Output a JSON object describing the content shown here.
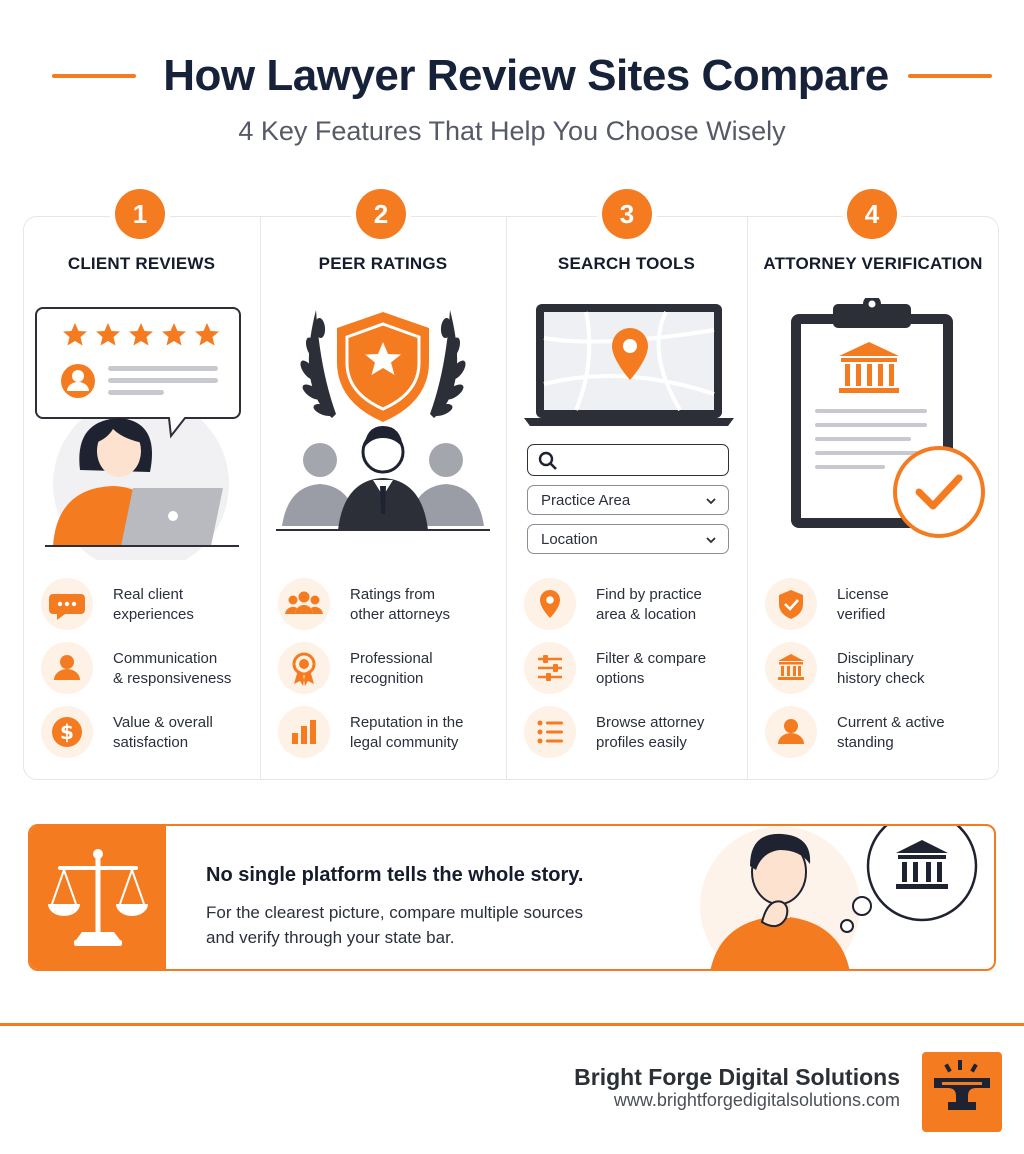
{
  "header": {
    "title": "How Lawyer Review Sites Compare",
    "subtitle": "4 Key Features That Help You Choose Wisely"
  },
  "accent_color": "#f47b20",
  "columns": [
    {
      "number": "1",
      "title": "CLIENT REVIEWS",
      "illustration": "person-with-laptop-and-five-star-review",
      "features": [
        {
          "icon": "chat-bubble-icon",
          "text_1": "Real client",
          "text_2": "experiences"
        },
        {
          "icon": "person-icon",
          "text_1": "Communication",
          "text_2": "& responsiveness"
        },
        {
          "icon": "dollar-icon",
          "text_1": "Value & overall",
          "text_2": "satisfaction"
        }
      ]
    },
    {
      "number": "2",
      "title": "PEER RATINGS",
      "illustration": "shield-with-laurels-and-attorneys",
      "features": [
        {
          "icon": "group-icon",
          "text_1": "Ratings from",
          "text_2": "other attorneys"
        },
        {
          "icon": "award-ribbon-icon",
          "text_1": "Professional",
          "text_2": "recognition"
        },
        {
          "icon": "bar-chart-icon",
          "text_1": "Reputation in the",
          "text_2": "legal community"
        }
      ]
    },
    {
      "number": "3",
      "title": "SEARCH TOOLS",
      "illustration": "laptop-map-and-search-form",
      "search": {
        "placeholder": "",
        "practice_area": "Practice Area",
        "location": "Location"
      },
      "features": [
        {
          "icon": "map-pin-icon",
          "text_1": "Find by practice",
          "text_2": "area & location"
        },
        {
          "icon": "sliders-icon",
          "text_1": "Filter & compare",
          "text_2": "options"
        },
        {
          "icon": "list-icon",
          "text_1": "Browse attorney",
          "text_2": "profiles easily"
        }
      ]
    },
    {
      "number": "4",
      "title": "ATTORNEY VERIFICATION",
      "illustration": "clipboard-with-courthouse-and-checkmark",
      "features": [
        {
          "icon": "shield-check-icon",
          "text_1": "License",
          "text_2": "verified"
        },
        {
          "icon": "courthouse-icon",
          "text_1": "Disciplinary",
          "text_2": "history check"
        },
        {
          "icon": "person-icon",
          "text_1": "Current & active",
          "text_2": "standing"
        }
      ]
    }
  ],
  "banner": {
    "headline": "No single platform tells the whole story.",
    "body_1": "For the clearest picture, compare multiple sources",
    "body_2": "and verify through your state bar.",
    "icon": "scales-of-justice-icon"
  },
  "footer": {
    "brand_name": "Bright Forge Digital Solutions",
    "url": "www.brightforgedigitalsolutions.com",
    "logo": "anvil-logo"
  }
}
